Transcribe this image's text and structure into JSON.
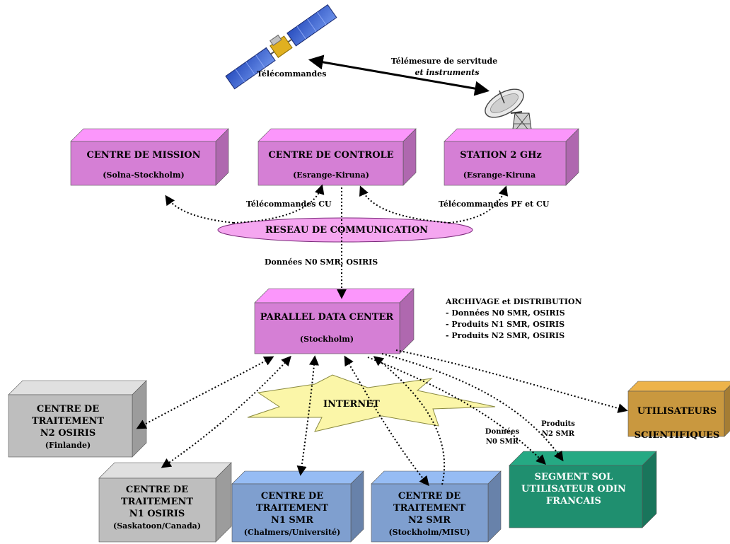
{
  "links": {
    "telecommandes": "Télécommandes",
    "telemesure_line1": "Télémesure de servitude",
    "telemesure_line2": "et instruments",
    "telecommandes_cu": "Télécommandes CU",
    "telecommandes_pf_cu": "Télécommandes PF et CU",
    "donnees_n0_smr_osiris": "Données N0 SMR, OSIRIS",
    "donnees_n0_smr_line1": "Données",
    "donnees_n0_smr_line2": "N0 SMR",
    "produits_n2_smr_line1": "Produits",
    "produits_n2_smr_line2": "N2 SMR"
  },
  "boxes": {
    "centre_mission": {
      "title": "CENTRE DE MISSION",
      "subtitle": "(Solna-Stockholm)"
    },
    "centre_controle": {
      "title": "CENTRE DE CONTROLE",
      "subtitle": "(Esrange-Kiruna)"
    },
    "station": {
      "title": "STATION 2 GHz",
      "subtitle": "(Esrange-Kiruna"
    },
    "reseau": {
      "title": "RESEAU DE COMMUNICATION"
    },
    "pdc": {
      "title": "PARALLEL DATA CENTER",
      "subtitle": "(Stockholm)"
    },
    "osiris_n2": {
      "lines": [
        "CENTRE DE",
        "TRAITEMENT",
        "N2 OSIRIS",
        "(Finlande)"
      ]
    },
    "osiris_n1": {
      "lines": [
        "CENTRE DE",
        "TRAITEMENT",
        "N1 OSIRIS",
        "(Saskatoon/Canada)"
      ]
    },
    "smr_n1": {
      "lines": [
        "CENTRE DE",
        "TRAITEMENT",
        "N1 SMR",
        "(Chalmers/Université)"
      ]
    },
    "smr_n2": {
      "lines": [
        "CENTRE DE",
        "TRAITEMENT",
        "N2 SMR",
        "(Stockholm/MISU)"
      ]
    },
    "segment_sol": {
      "lines": [
        "SEGMENT SOL",
        "UTILISATEUR ODIN",
        "FRANCAIS"
      ]
    },
    "utilisateurs": {
      "lines": [
        "UTILISATEURS",
        "SCIENTIFIQUES"
      ]
    },
    "internet": {
      "title": "INTERNET"
    }
  },
  "archivage": {
    "title": "ARCHIVAGE et DISTRIBUTION",
    "items": [
      "- Données N0 SMR, OSIRIS",
      "- Produits N1 SMR, OSIRIS",
      "- Produits N2 SMR, OSIRIS"
    ]
  },
  "icons": [
    "satellite-icon",
    "antenna-dish-icon"
  ],
  "colors": {
    "violet_front": "#d57fd5",
    "violet_top": "#e6a8e6",
    "violet_side": "#b25fb2",
    "gray_front": "#bebebe",
    "blue_front": "#7f9fcf",
    "green_front": "#1f8f6f",
    "gold_front": "#c9983f",
    "reseau_fill": "#f5a6f0",
    "internet_fill": "#fbf6a8"
  }
}
